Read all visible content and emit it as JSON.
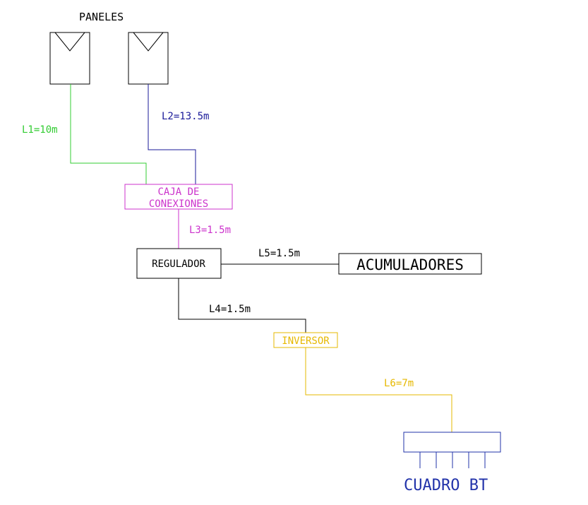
{
  "title": "PANELES",
  "colors": {
    "black": "#000000",
    "green": "#33cc33",
    "blue": "#1a1a99",
    "magenta": "#cc33cc",
    "yellow": "#e6b800",
    "cuadro_blue": "#2233aa"
  },
  "lines": {
    "l1": "L1=10m",
    "l2": "L2=13.5m",
    "l3": "L3=1.5m",
    "l4": "L4=1.5m",
    "l5": "L5=1.5m",
    "l6": "L6=7m"
  },
  "boxes": {
    "caja_line1": "CAJA DE",
    "caja_line2": "CONEXIONES",
    "regulador": "REGULADOR",
    "acumuladores": "ACUMULADORES",
    "inversor": "INVERSOR"
  },
  "cuadro_label": "CUADRO BT"
}
